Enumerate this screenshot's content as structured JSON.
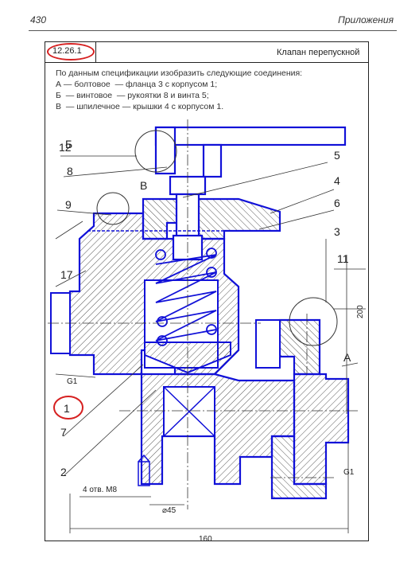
{
  "header": {
    "page_number": "430",
    "section": "Приложения"
  },
  "task": {
    "number": "12.26.1",
    "title": "Клапан перепускной",
    "lines": [
      "По данным спецификации изобразить следующие соединения:",
      "А — болтовое  — фланца 3 с корпусом 1;",
      "Б  — винтовое  — рукоятки 8 и винта 5;",
      "В  — шпилечное — крышки 4 с корпусом 1."
    ]
  },
  "callouts": {
    "b": "Б",
    "v": "В",
    "a": "А",
    "n12": "12",
    "n8": "8",
    "n9": "9",
    "n17": "17",
    "n5": "5",
    "n4": "4",
    "n6": "6",
    "n3": "3",
    "n11": "11",
    "n1": "1",
    "n7": "7",
    "n2": "2"
  },
  "dimensions": {
    "height": "200",
    "width": "160",
    "diameter": "⌀45",
    "holes": "4 отв. M8",
    "thread_left": "G1",
    "thread_right": "G1"
  },
  "colors": {
    "outline": "#1111d8",
    "hatch": "#3a3a3a",
    "annotation": "#d62020"
  }
}
